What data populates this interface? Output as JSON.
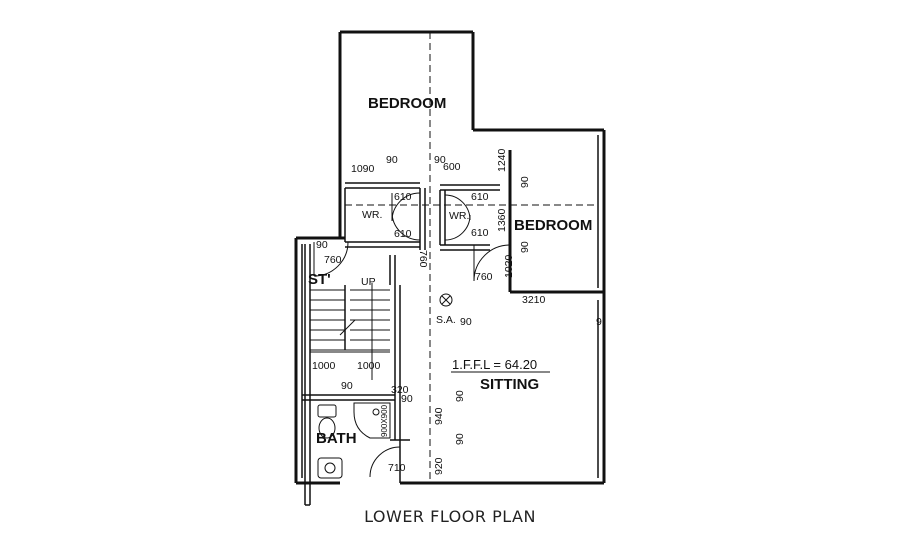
{
  "caption": "LOWER FLOOR PLAN",
  "rooms": {
    "bedroom_top": "BEDROOM",
    "bedroom_right": "BEDROOM",
    "wr_left": "WR.",
    "wr_right": "WR.",
    "stair": "ST'",
    "up": "UP",
    "ffl": "1.F.F.L = 64.20",
    "sitting": "SITTING",
    "bath": "BATH",
    "smoke_alarm": "S.A."
  },
  "dimensions": {
    "d1090": "1090",
    "d90_a": "90",
    "d90_b": "90",
    "d600": "600",
    "d1240": "1240",
    "d90_c": "90",
    "d610_a": "610",
    "d610_b": "610",
    "d610_c": "610",
    "d610_d": "610",
    "d1360": "1360",
    "d90_d": "90",
    "d90_e": "90",
    "d760_a": "760",
    "d760_b": "760",
    "d760_c": "760",
    "d1020": "1020",
    "d3210": "3210",
    "d90_f": "90",
    "d9": "9",
    "d1000_a": "1000",
    "d1000_b": "1000",
    "d90_g": "90",
    "d320": "320",
    "d90_h": "90",
    "d900x900": "900X900",
    "d940": "940",
    "d90_i": "90",
    "d90_j": "90",
    "d920": "920",
    "d710": "710"
  }
}
